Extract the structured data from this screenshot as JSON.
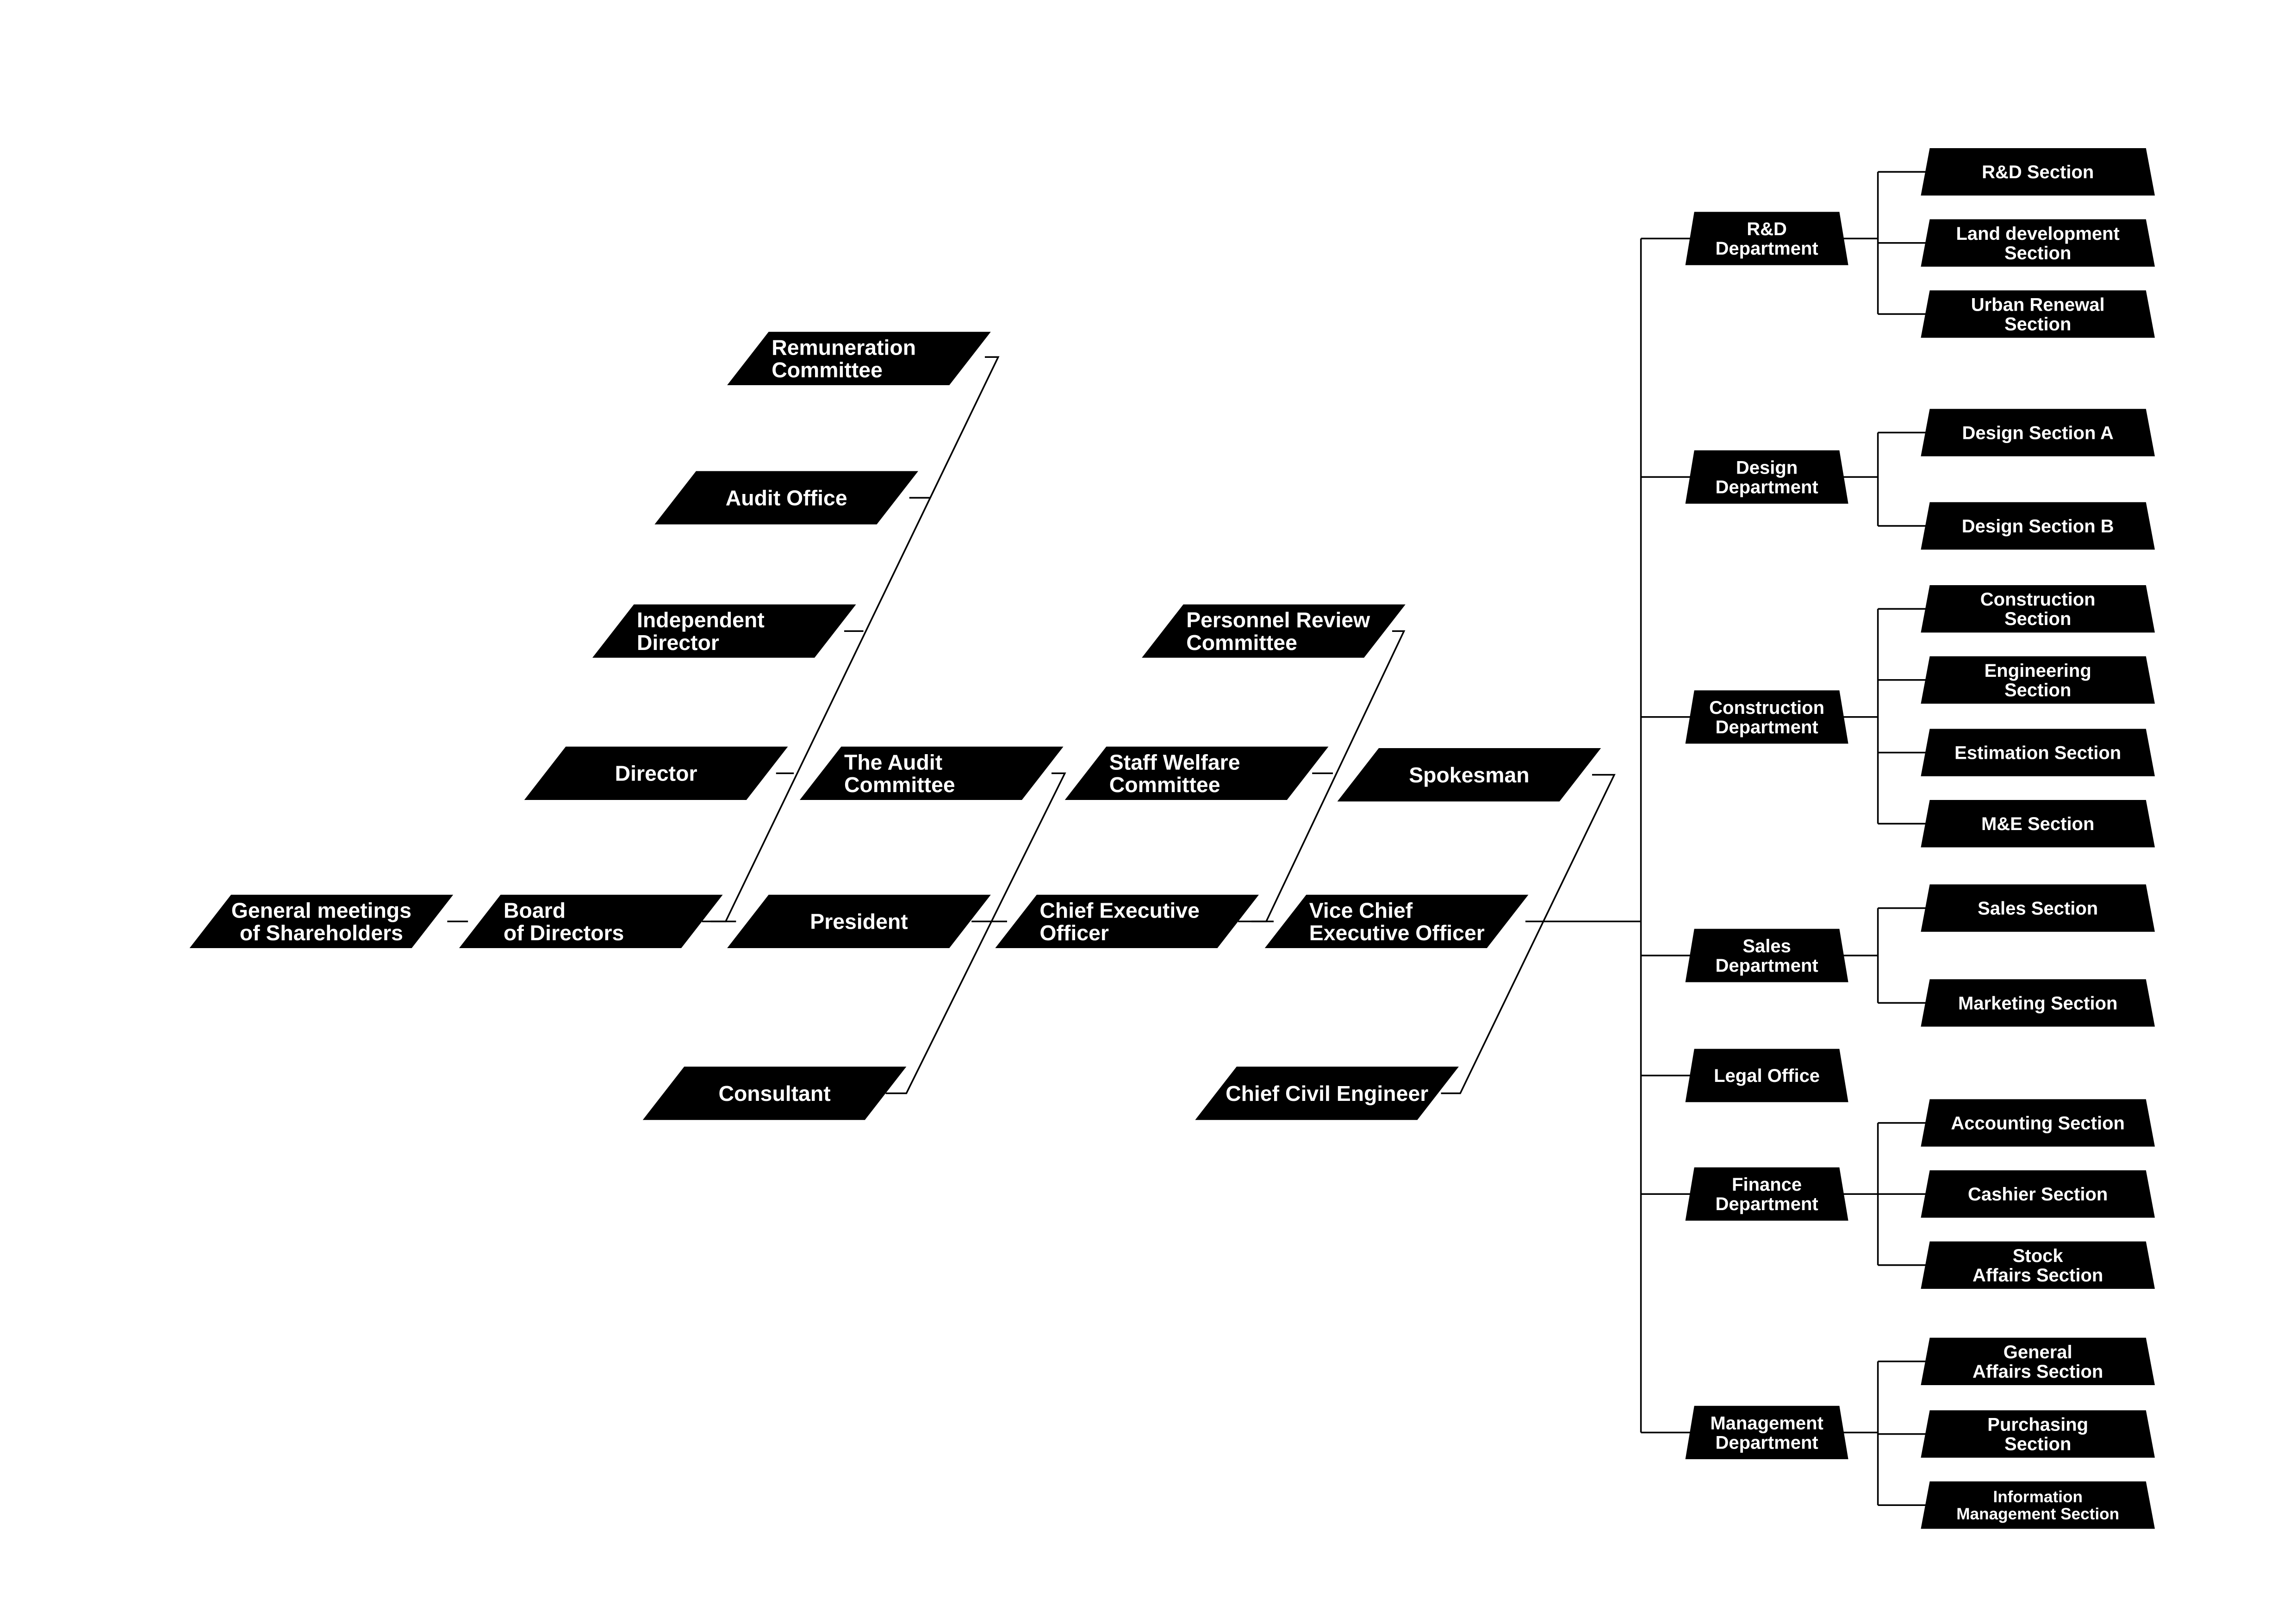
{
  "diagram": {
    "colors": {
      "box": "#000000",
      "text": "#ffffff",
      "line": "#000000",
      "background": "#ffffff"
    },
    "nodes": {
      "shareholders": {
        "lines": [
          "General meetings",
          "of Shareholders"
        ],
        "shape": "para"
      },
      "board": {
        "lines": [
          "Board",
          "of Directors"
        ],
        "shape": "para"
      },
      "remuneration": {
        "lines": [
          "Remuneration",
          "Committee"
        ],
        "shape": "para"
      },
      "audit_office": {
        "lines": [
          "Audit Office"
        ],
        "shape": "para"
      },
      "independent_director": {
        "lines": [
          "Independent",
          "Director"
        ],
        "shape": "para"
      },
      "director": {
        "lines": [
          "Director"
        ],
        "shape": "para"
      },
      "president": {
        "lines": [
          "President"
        ],
        "shape": "para"
      },
      "audit_committee": {
        "lines": [
          "The Audit",
          "Committee"
        ],
        "shape": "para"
      },
      "consultant": {
        "lines": [
          "Consultant"
        ],
        "shape": "para"
      },
      "ceo": {
        "lines": [
          "Chief Executive",
          "Officer"
        ],
        "shape": "para"
      },
      "personnel_review": {
        "lines": [
          "Personnel Review",
          "Committee"
        ],
        "shape": "para"
      },
      "staff_welfare": {
        "lines": [
          "Staff Welfare",
          "Committee"
        ],
        "shape": "para"
      },
      "vice_ceo": {
        "lines": [
          "Vice Chief",
          "Executive Officer"
        ],
        "shape": "para"
      },
      "spokesman": {
        "lines": [
          "Spokesman"
        ],
        "shape": "para"
      },
      "chief_civil_engineer": {
        "lines": [
          "Chief Civil Engineer"
        ],
        "shape": "para"
      },
      "rd_dept": {
        "lines": [
          "R&D",
          "Department"
        ],
        "shape": "trap"
      },
      "design_dept": {
        "lines": [
          "Design",
          "Department"
        ],
        "shape": "trap"
      },
      "construction_dept": {
        "lines": [
          "Construction",
          "Department"
        ],
        "shape": "trap"
      },
      "sales_dept": {
        "lines": [
          "Sales",
          "Department"
        ],
        "shape": "trap"
      },
      "legal_office": {
        "lines": [
          "Legal Office"
        ],
        "shape": "trap"
      },
      "finance_dept": {
        "lines": [
          "Finance",
          "Department"
        ],
        "shape": "trap"
      },
      "management_dept": {
        "lines": [
          "Management",
          "Department"
        ],
        "shape": "trap"
      },
      "rd_section": {
        "lines": [
          "R&D Section"
        ],
        "shape": "trap"
      },
      "land_dev_section": {
        "lines": [
          "Land development",
          "Section"
        ],
        "shape": "trap"
      },
      "urban_renewal_section": {
        "lines": [
          "Urban Renewal",
          "Section"
        ],
        "shape": "trap"
      },
      "design_section_a": {
        "lines": [
          "Design Section A"
        ],
        "shape": "trap"
      },
      "design_section_b": {
        "lines": [
          "Design Section B"
        ],
        "shape": "trap"
      },
      "construction_section": {
        "lines": [
          "Construction",
          "Section"
        ],
        "shape": "trap"
      },
      "engineering_section": {
        "lines": [
          "Engineering",
          "Section"
        ],
        "shape": "trap"
      },
      "estimation_section": {
        "lines": [
          "Estimation Section"
        ],
        "shape": "trap"
      },
      "me_section": {
        "lines": [
          "M&E Section"
        ],
        "shape": "trap"
      },
      "sales_section": {
        "lines": [
          "Sales Section"
        ],
        "shape": "trap"
      },
      "marketing_section": {
        "lines": [
          "Marketing Section"
        ],
        "shape": "trap"
      },
      "accounting_section": {
        "lines": [
          "Accounting Section"
        ],
        "shape": "trap"
      },
      "cashier_section": {
        "lines": [
          "Cashier Section"
        ],
        "shape": "trap"
      },
      "stock_affairs_section": {
        "lines": [
          "Stock",
          "Affairs Section"
        ],
        "shape": "trap"
      },
      "general_affairs_section": {
        "lines": [
          "General",
          "Affairs Section"
        ],
        "shape": "trap"
      },
      "purchasing_section": {
        "lines": [
          "Purchasing",
          "Section"
        ],
        "shape": "trap"
      },
      "info_mgmt_section": {
        "lines": [
          "Information",
          "Management Section"
        ],
        "shape": "trap"
      }
    },
    "edges": [
      [
        "shareholders",
        "board"
      ],
      [
        "board",
        "remuneration"
      ],
      [
        "board",
        "audit_office"
      ],
      [
        "board",
        "independent_director"
      ],
      [
        "board",
        "director"
      ],
      [
        "board",
        "president"
      ],
      [
        "president",
        "audit_committee"
      ],
      [
        "president",
        "consultant"
      ],
      [
        "president",
        "ceo"
      ],
      [
        "ceo",
        "personnel_review"
      ],
      [
        "ceo",
        "staff_welfare"
      ],
      [
        "ceo",
        "vice_ceo"
      ],
      [
        "vice_ceo",
        "spokesman"
      ],
      [
        "vice_ceo",
        "chief_civil_engineer"
      ],
      [
        "vice_ceo",
        "rd_dept"
      ],
      [
        "vice_ceo",
        "design_dept"
      ],
      [
        "vice_ceo",
        "construction_dept"
      ],
      [
        "vice_ceo",
        "sales_dept"
      ],
      [
        "vice_ceo",
        "legal_office"
      ],
      [
        "vice_ceo",
        "finance_dept"
      ],
      [
        "vice_ceo",
        "management_dept"
      ],
      [
        "rd_dept",
        "rd_section"
      ],
      [
        "rd_dept",
        "land_dev_section"
      ],
      [
        "rd_dept",
        "urban_renewal_section"
      ],
      [
        "design_dept",
        "design_section_a"
      ],
      [
        "design_dept",
        "design_section_b"
      ],
      [
        "construction_dept",
        "construction_section"
      ],
      [
        "construction_dept",
        "engineering_section"
      ],
      [
        "construction_dept",
        "estimation_section"
      ],
      [
        "construction_dept",
        "me_section"
      ],
      [
        "sales_dept",
        "sales_section"
      ],
      [
        "sales_dept",
        "marketing_section"
      ],
      [
        "finance_dept",
        "accounting_section"
      ],
      [
        "finance_dept",
        "cashier_section"
      ],
      [
        "finance_dept",
        "stock_affairs_section"
      ],
      [
        "management_dept",
        "general_affairs_section"
      ],
      [
        "management_dept",
        "purchasing_section"
      ],
      [
        "management_dept",
        "info_mgmt_section"
      ]
    ]
  }
}
